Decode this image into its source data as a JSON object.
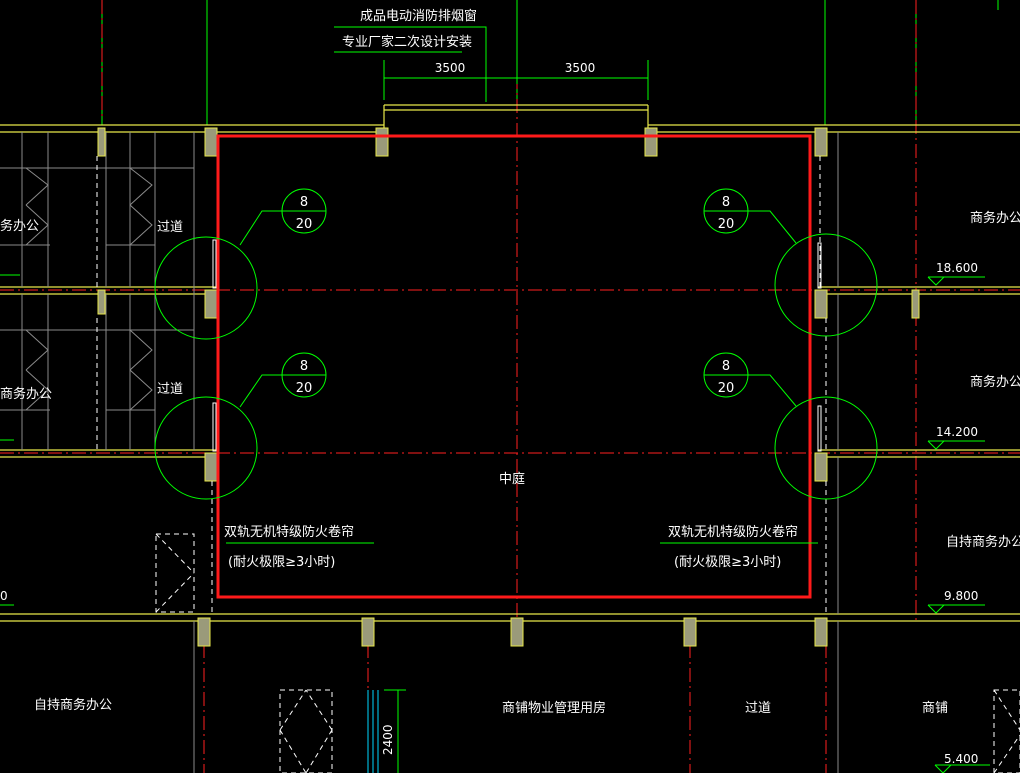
{
  "drawing": {
    "top_note_line1": "成品电动消防排烟窗",
    "top_note_line2": "专业厂家二次设计安装",
    "dim_left": "3500",
    "dim_right": "3500",
    "center_label": "中庭",
    "fire_curtain_left_line1": "双轨无机特级防火卷帘",
    "fire_curtain_left_line2": "(耐火极限≥3小时)",
    "fire_curtain_right_line1": "双轨无机特级防火卷帘",
    "fire_curtain_right_line2": "(耐火极限≥3小时)",
    "bubbles": [
      {
        "top": "8",
        "bottom": "20"
      },
      {
        "top": "8",
        "bottom": "20"
      },
      {
        "top": "8",
        "bottom": "20"
      },
      {
        "top": "8",
        "bottom": "20"
      }
    ],
    "room_labels": {
      "left_office_1": "务办公",
      "left_office_2": "商务办公",
      "corridor_left_1": "过道",
      "corridor_left_2": "过道",
      "right_office_1": "商务办公",
      "right_office_2": "商务办公",
      "right_self_office": "自持商务办公",
      "bottom_self_office": "自持商务办公",
      "bottom_property": "商铺物业管理用房",
      "bottom_corridor": "过道",
      "bottom_shop": "商铺"
    },
    "elevations": {
      "e1": "18.600",
      "e2": "14.200",
      "e3": "9.800",
      "e4": "5.400",
      "left_cut": "0"
    },
    "vertical_dim": "2400"
  }
}
